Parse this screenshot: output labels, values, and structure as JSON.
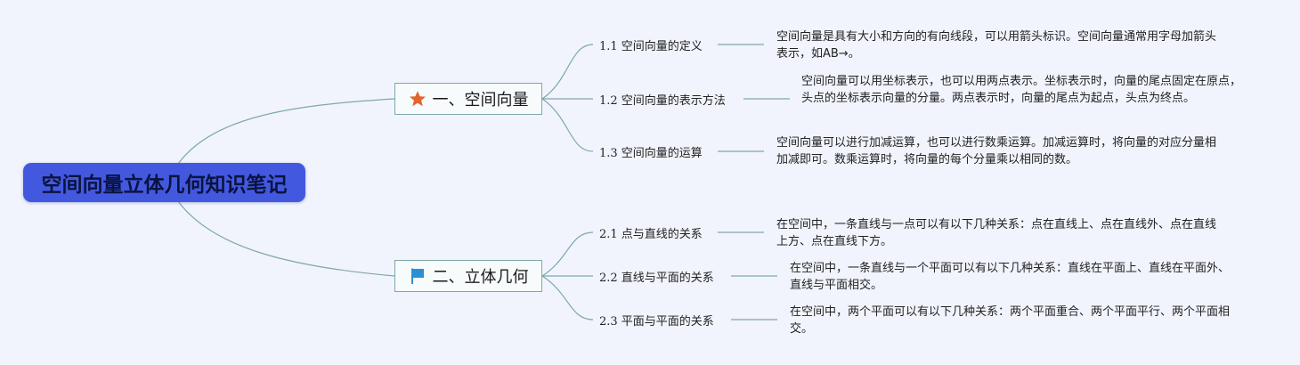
{
  "root": {
    "title": "空间向量立体几何知识笔记"
  },
  "colors": {
    "root_bg": "#4259df",
    "line": "#7fa8a7",
    "star": "#e3642c",
    "flag": "#2b8fd6"
  },
  "branches": [
    {
      "label": "一、空间向量",
      "icon": "star-icon",
      "children": [
        {
          "label": "1.1 空间向量的定义",
          "text": "空间向量是具有大小和方向的有向线段，可以用箭头标识。空间向量通常用字母加箭头表示，如AB→。"
        },
        {
          "label": "1.2 空间向量的表示方法",
          "text": "空间向量可以用坐标表示，也可以用两点表示。坐标表示时，向量的尾点固定在原点，头点的坐标表示向量的分量。两点表示时，向量的尾点为起点，头点为终点。"
        },
        {
          "label": "1.3 空间向量的运算",
          "text": "空间向量可以进行加减运算，也可以进行数乘运算。加减运算时，将向量的对应分量相加减即可。数乘运算时，将向量的每个分量乘以相同的数。"
        }
      ]
    },
    {
      "label": "二、立体几何",
      "icon": "flag-icon",
      "children": [
        {
          "label": "2.1 点与直线的关系",
          "text": "在空间中，一条直线与一点可以有以下几种关系：点在直线上、点在直线外、点在直线上方、点在直线下方。"
        },
        {
          "label": "2.2 直线与平面的关系",
          "text": "在空间中，一条直线与一个平面可以有以下几种关系：直线在平面上、直线在平面外、直线与平面相交。"
        },
        {
          "label": "2.3 平面与平面的关系",
          "text": "在空间中，两个平面可以有以下几种关系：两个平面重合、两个平面平行、两个平面相交。"
        }
      ]
    }
  ]
}
